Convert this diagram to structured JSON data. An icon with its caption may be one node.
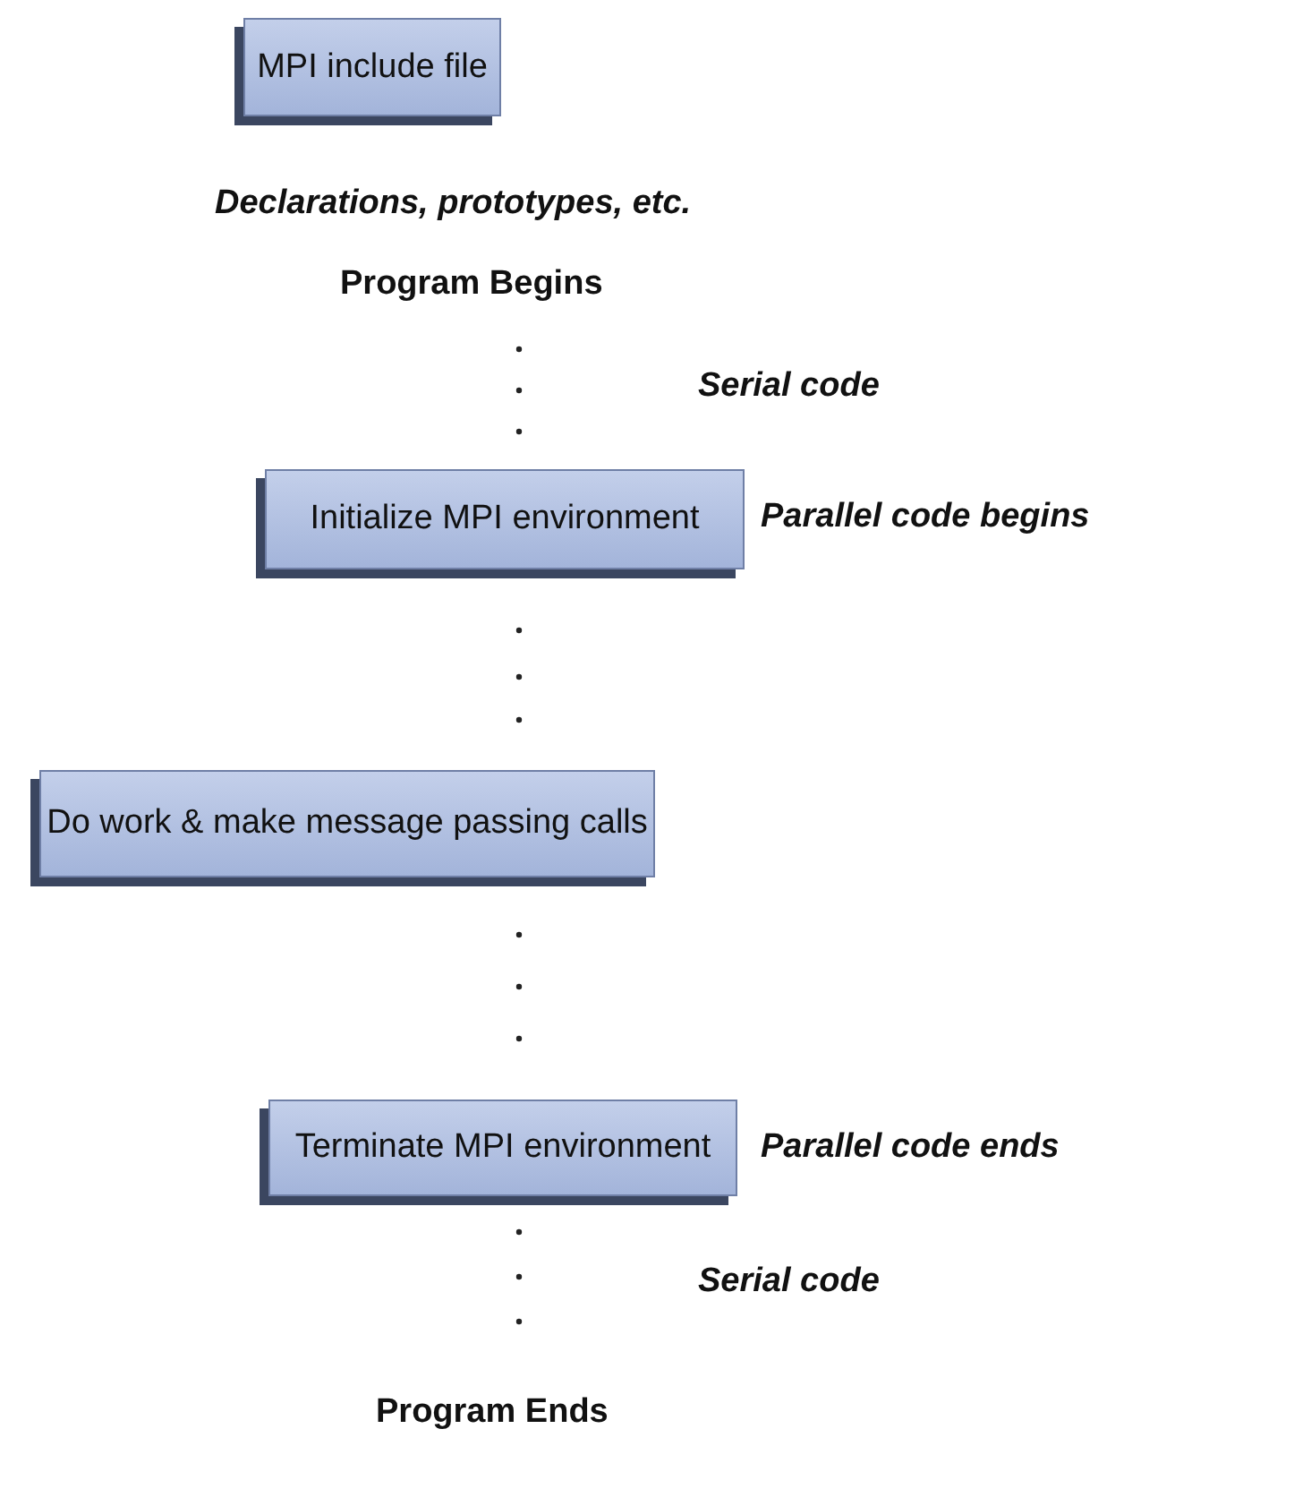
{
  "diagram": {
    "nodes": [
      {
        "text": [
          "MPI include file"
        ]
      },
      {
        "text": [
          "Initialize MPI environment"
        ]
      },
      {
        "text": [
          "Do work & make message passing calls"
        ]
      },
      {
        "text": [
          "Terminate MPI environment"
        ]
      }
    ],
    "labels": [
      "Declarations, prototypes, etc.",
      "Program Begins",
      "Serial code",
      "Parallel code begins",
      "Parallel code ends",
      "Serial code",
      "Program Ends"
    ]
  }
}
